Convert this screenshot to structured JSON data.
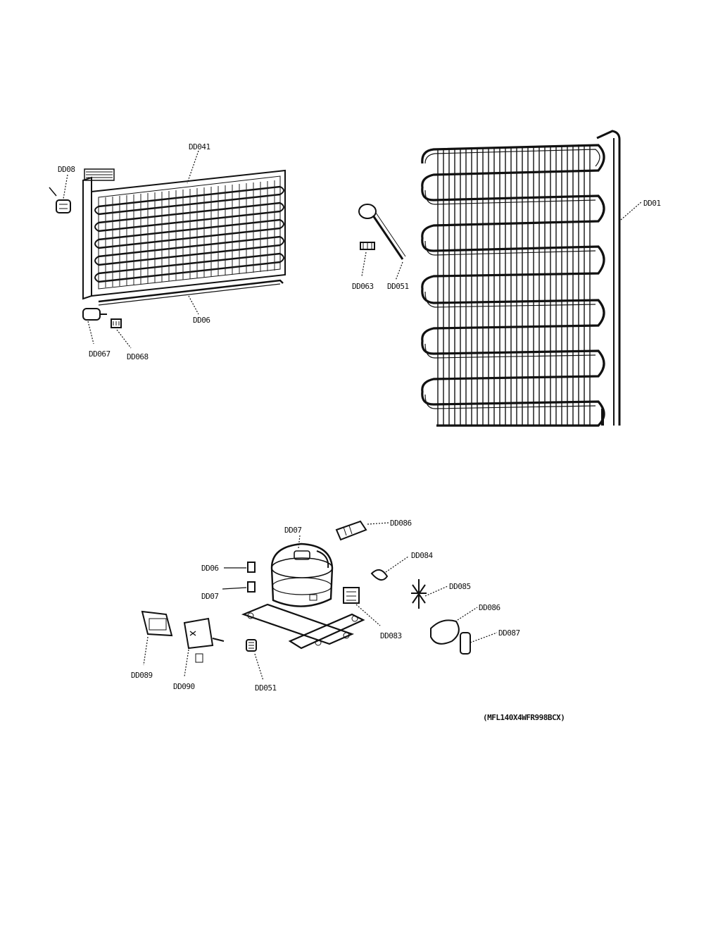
{
  "callouts": {
    "evap_top": "DD041",
    "evap_left": "DD08",
    "evap_bottom": "DD06",
    "evap_small_a": "DD067",
    "evap_small_b": "DD068",
    "cond_right": "DD01",
    "cond_small_a": "DD063",
    "cond_small_b": "DD051",
    "comp_top": "DD07",
    "comp_left_a": "DD06",
    "comp_left_b": "DD07",
    "comp_right_1": "DD086",
    "comp_right_2": "DD084",
    "comp_right_3": "DD085",
    "comp_right_4": "DD083",
    "comp_right_5": "DD086",
    "comp_right_6": "DD087",
    "comp_bottom_1": "DD089",
    "comp_bottom_2": "DD090",
    "comp_bottom_3": "DD051"
  },
  "caption": "(MFL140X4WFR998BCX)"
}
